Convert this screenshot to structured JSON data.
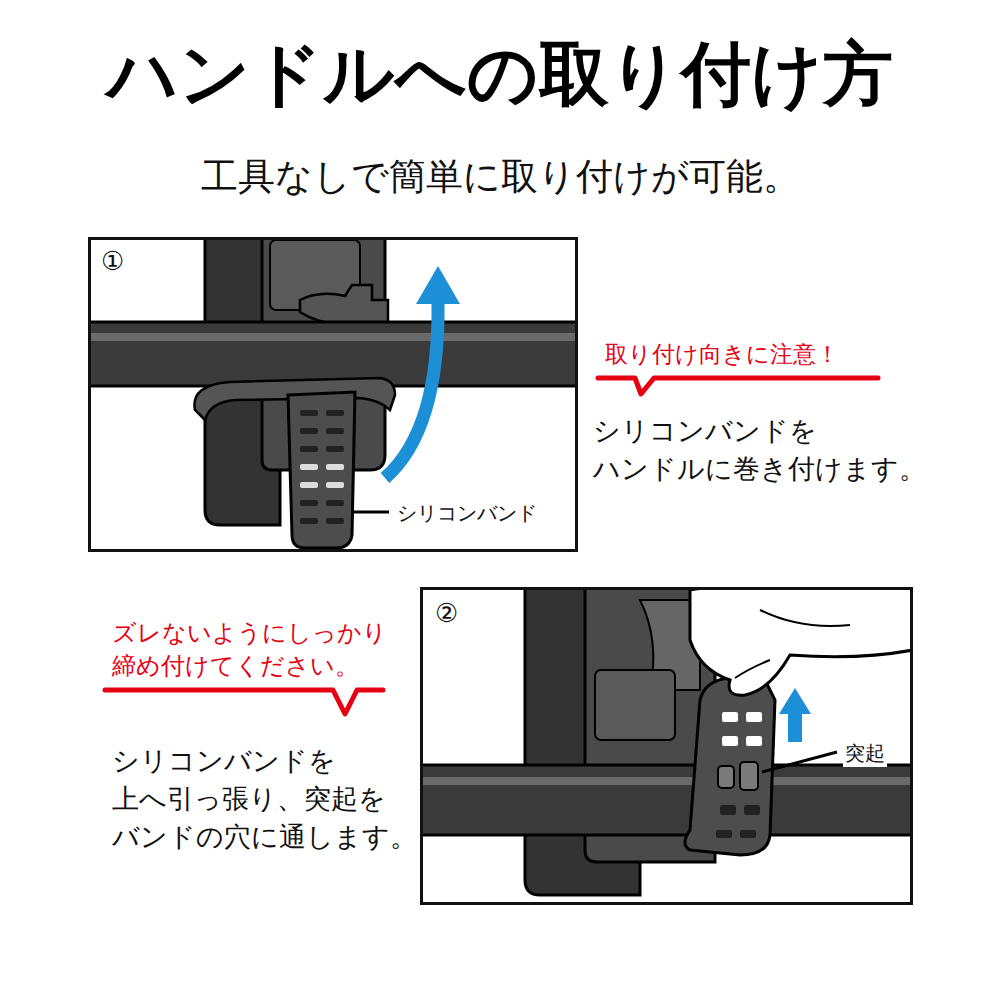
{
  "diagram": {
    "title": "ハンドルへの取り付け方",
    "caption": "工具なしで簡単に取り付けが可能。",
    "nodes": [
      {
        "text": [
          "①",
          "シリコンバンド"
        ]
      },
      {
        "text": [
          "②",
          "突起"
        ]
      }
    ],
    "labels": [
      "取り付け向きに注意！",
      "シリコンバンドを ハンドルに巻き付けます。",
      "ズレないようにしっかり 締め付けてください。",
      "シリコンバンドを 上へ引っ張り、突起を バンドの穴に通します。"
    ]
  }
}
